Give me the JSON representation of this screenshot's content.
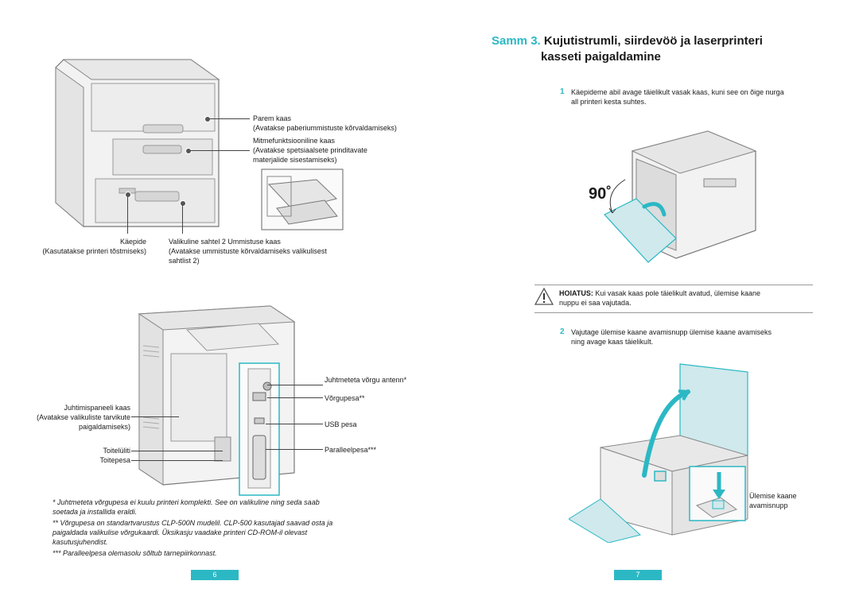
{
  "left": {
    "callouts_top": {
      "parem_kaas": "Parem kaas",
      "parem_kaas_desc": "(Avatakse paberiummistuste kõrvaldamiseks)",
      "mitme_kaas": "Mitmefunktsiooniline kaas",
      "mitme_kaas_desc1": "(Avatakse spetsiaalsete prinditavate",
      "mitme_kaas_desc2": "materjalide sisestamiseks)",
      "kaepide": "Käepide",
      "kaepide_desc": "(Kasutatakse printeri tõstmiseks)",
      "sahtel": "Valikuline sahtel 2 Ummistuse kaas",
      "sahtel_desc1": "(Avatakse ummistuste kõrvaldamiseks valikulisest",
      "sahtel_desc2": "sahtlist 2)"
    },
    "callouts_bottom": {
      "antenn": "Juhtmeteta võrgu antenn*",
      "vorgupesa": "Võrgupesa**",
      "usb": "USB pesa",
      "paralleel": "Paralleelpesa***",
      "juhtpaneel": "Juhtimispaneeli kaas",
      "juhtpaneel_desc1": "(Avatakse valikuliste tarvikute",
      "juhtpaneel_desc2": "paigaldamiseks)",
      "toitelyliti": "Toitelüliti",
      "toitepesa": "Toitepesa"
    },
    "footnotes": [
      "* Juhtmeteta võrgupesa ei kuulu printeri komplekti. See on valikuline ning seda saab",
      "soetada ja installida eraldi.",
      "** Võrgupesa on standartvarustus CLP-500N mudelil. CLP-500 kasutajad saavad osta ja",
      "paigaldada valikulise võrgukaardi. Üksikasju vaadake printeri CD-ROM-il olevast",
      "kasutusjuhendist.",
      "*** Paralleelpesa olemasolu sõltub tarnepiirkonnast."
    ],
    "page_number": "6"
  },
  "right": {
    "title_samm": "Samm 3.",
    "title_line1": "Kujutistrumli, siirdevöö ja laserprinteri",
    "title_line2": "kasseti paigaldamine",
    "step1_num": "1",
    "step1_line1": "Käepideme abil avage täielikult vasak kaas, kuni see on õige nurga",
    "step1_line2": "all printeri kesta suhtes.",
    "angle_label": "90˚",
    "warning_bold": "HOIATUS:",
    "warning_line1": " Kui vasak kaas pole täielikult avatud, ülemise kaane",
    "warning_line2": "nuppu ei saa vajutada.",
    "step2_num": "2",
    "step2_line1": "Vajutage ülemise kaane avamisnupp ülemise kaane avamiseks",
    "step2_line2": "ning avage kaas täielikult.",
    "button_label1": "Ülemise kaane",
    "button_label2": "avamisnupp",
    "page_number": "7"
  },
  "colors": {
    "accent": "#2bb8c4"
  }
}
